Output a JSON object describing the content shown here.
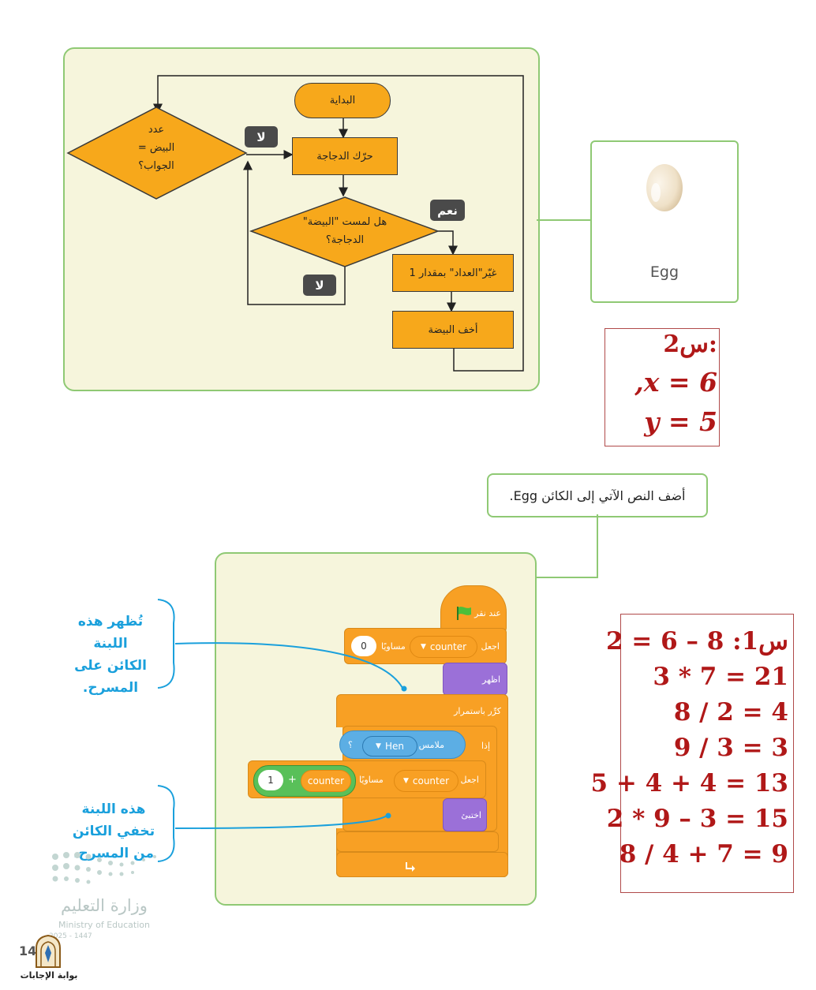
{
  "flowchart": {
    "start": "البداية",
    "move_hen": "حرّك الدجاجة",
    "eggs_question": [
      "عدد",
      "البيض =",
      "الجواب؟"
    ],
    "touch_question": [
      "هل لمست \"البيضة\"",
      "الدجاجة؟"
    ],
    "change_counter": "غيّر\"العداد\" بمقدار 1",
    "hide_egg": "أخف البيضة",
    "no_label_1": "لا",
    "no_label_2": "لا",
    "yes_label": "نعم"
  },
  "egg_card": {
    "name": "Egg"
  },
  "answer2": {
    "label": "س2:",
    "x_line": ",x = 6",
    "y_line": "y = 5"
  },
  "instruction": {
    "text": "أضف النص الآتي إلى الكائن Egg."
  },
  "scratch": {
    "when_flag": "عند نقر",
    "set1_label": "اجعل",
    "set1_var": "counter",
    "set1_to": "مساويًا",
    "set1_value": "0",
    "show": "اظهر",
    "forever": "كرِّر باستمرار",
    "if_label": "إذا",
    "touching": "ملامس لـ",
    "touching_target": "Hen",
    "touching_q": "؟",
    "set2_label": "اجعل",
    "set2_var": "counter",
    "set2_to": "مساويًا",
    "add_var": "counter",
    "add_op": "+",
    "add_value": "1",
    "hide": "اختبئ"
  },
  "notes": {
    "show_note": [
      "تُظهر هذه اللبنة",
      "الكائن على",
      "المسرح."
    ],
    "hide_note": [
      "هذه اللبنة",
      "تخفي الكائن",
      "من المسرح."
    ]
  },
  "answer1": {
    "lines": [
      "س1: 8 – 6 = 2",
      "3 * 7 = 21",
      "8 / 2 = 4",
      "9 / 3 = 3",
      "5 + 4 + 4 = 13",
      "2 * 9 – 3 = 15",
      "8 / 4 + 7 = 9"
    ]
  },
  "ministry": {
    "arabic": "وزارة التعليم",
    "english": "Ministry of Education",
    "years": "2025 - 1447"
  },
  "page_number": "14",
  "site_logo_text": "بوابة الإجابات"
}
